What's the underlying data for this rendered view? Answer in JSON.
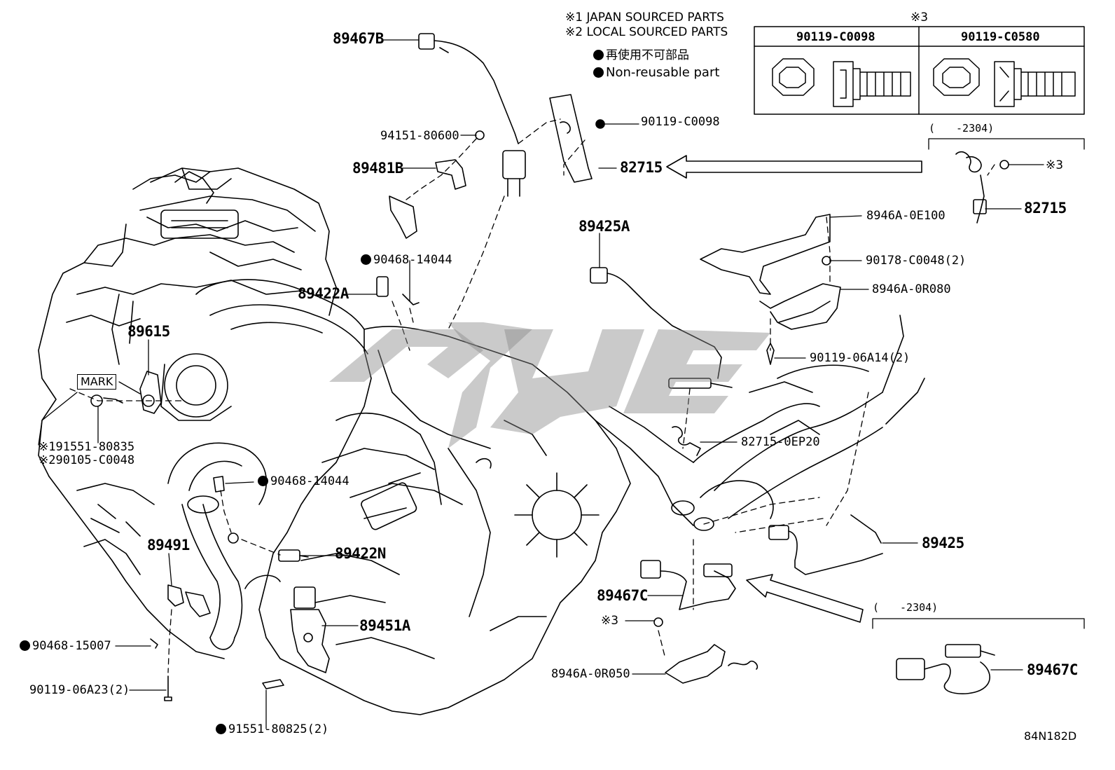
{
  "legend": {
    "japan_sourced": "※1 JAPAN SOURCED PARTS",
    "local_sourced": "※2 LOCAL SOURCED PARTS",
    "non_reusable_jp": "再使用不可部品",
    "non_reusable_en": "Non-reusable part"
  },
  "bolt_table": {
    "title": "※3",
    "columns": [
      "90119-C0098",
      "90119-C0580"
    ]
  },
  "mark_box": "MARK",
  "inset_top_range": "(　　-2304)",
  "inset_bottom_range": "(　　-2304)",
  "footer_code": "84N182D",
  "labels": {
    "p89467B": "89467B",
    "p94151": "94151-80600",
    "p89481B": "89481B",
    "p90119_c0098": "90119-C0098",
    "p82715_main": "82715",
    "p82715_inset": "82715",
    "p_ref3_top": "※3",
    "p90468_top": "90468-14044",
    "p89422A": "89422A",
    "p89615": "89615",
    "p191551": "※191551-80835",
    "p290105": "※290105-C0048",
    "p90468_mid": "90468-14044",
    "p89491": "89491",
    "p89422N": "89422N",
    "p89451A": "89451A",
    "p90468_15007": "90468-15007",
    "p90119_06a23": "90119-06A23(2)",
    "p91551": "91551-80825(2)",
    "p89425A": "89425A",
    "p8946A_0E100": "8946A-0E100",
    "p90178": "90178-C0048(2)",
    "p8946A_0R080": "8946A-0R080",
    "p90119_06a14": "90119-06A14(2)",
    "p82715_0EP20": "82715-0EP20",
    "p89425": "89425",
    "p89467C_main": "89467C",
    "p_ref3_bottom": "※3",
    "p8946A_0R050": "8946A-0R050",
    "p89467C_inset": "89467C"
  }
}
